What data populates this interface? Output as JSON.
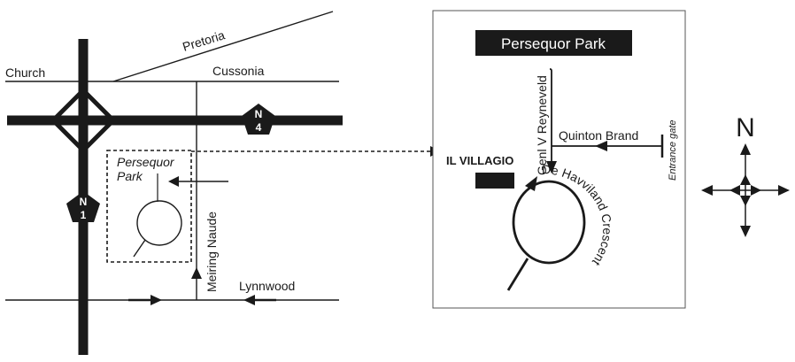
{
  "roads": {
    "church": "Church",
    "pretoria": "Pretoria",
    "cussonia": "Cussonia",
    "meiring_naude": "Meiring Naude",
    "lynnwood": "Lynnwood",
    "n4_letter": "N",
    "n4_number": "4",
    "n1_letter": "N",
    "n1_number": "1"
  },
  "overview": {
    "park_label_line1": "Persequor",
    "park_label_line2": "Park"
  },
  "detail": {
    "title": "Persequor Park",
    "genl_v_reyneveld": "Genl V Reyneveld",
    "quinton_brand": "Quinton Brand",
    "entrance_gate": "Entrance gate",
    "il_villagio": "IL VILLAGIO",
    "de_havviland_crescent": "De Havviland Crescent"
  },
  "compass": {
    "north": "N"
  },
  "colors": {
    "ink": "#1a1a1a",
    "background": "#ffffff",
    "title_bg": "#1a1a1a",
    "title_text": "#ffffff"
  }
}
